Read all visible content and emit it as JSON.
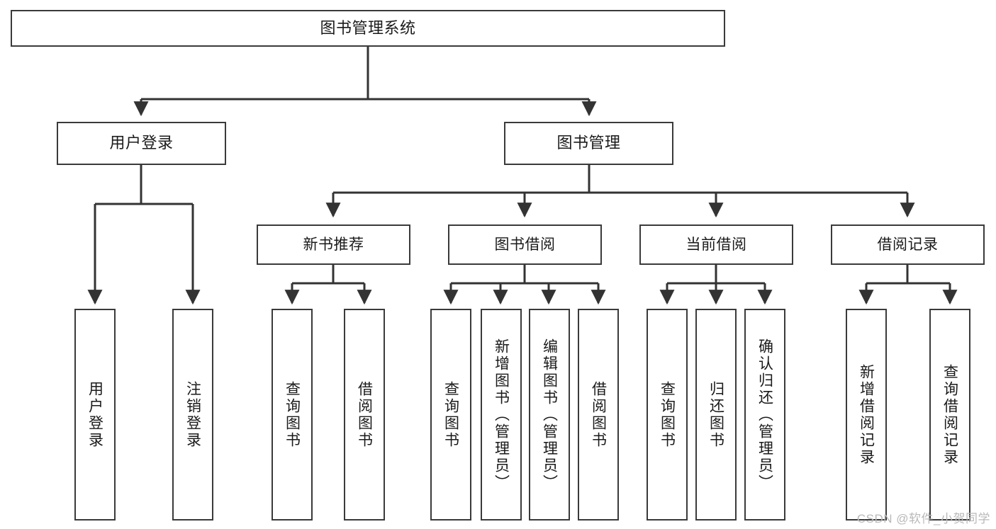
{
  "diagram": {
    "type": "tree-hierarchy",
    "title": "图书管理系统",
    "watermark": "CSDN @软件_小贺同学",
    "colors": {
      "border": "#3a3a3a",
      "background": "#ffffff",
      "text": "#1a1a1a",
      "connector": "#333333",
      "watermark": "#b9b9b9"
    },
    "nodes": {
      "root": {
        "label": "图书管理系统",
        "level": 1
      },
      "level2": [
        {
          "id": "user-login",
          "label": "用户登录"
        },
        {
          "id": "book-management",
          "label": "图书管理"
        }
      ],
      "level3": [
        {
          "id": "new-book-recommend",
          "label": "新书推荐"
        },
        {
          "id": "book-borrow",
          "label": "图书借阅"
        },
        {
          "id": "current-borrow",
          "label": "当前借阅"
        },
        {
          "id": "borrow-record",
          "label": "借阅记录"
        }
      ],
      "leaves": [
        {
          "id": "leaf-user-login",
          "label": "用户登录",
          "parent": "user-login"
        },
        {
          "id": "leaf-logout-login",
          "label": "注销登录",
          "parent": "user-login"
        },
        {
          "id": "leaf-query-book-1",
          "label": "查询图书",
          "parent": "new-book-recommend"
        },
        {
          "id": "leaf-borrow-book-1",
          "label": "借阅图书",
          "parent": "new-book-recommend"
        },
        {
          "id": "leaf-query-book-2",
          "label": "查询图书",
          "parent": "book-borrow"
        },
        {
          "id": "leaf-add-book",
          "label": "新增图书（管理员）",
          "parent": "book-borrow"
        },
        {
          "id": "leaf-edit-book",
          "label": "编辑图书（管理员）",
          "parent": "book-borrow"
        },
        {
          "id": "leaf-borrow-book-2",
          "label": "借阅图书",
          "parent": "book-borrow"
        },
        {
          "id": "leaf-query-book-3",
          "label": "查询图书",
          "parent": "current-borrow"
        },
        {
          "id": "leaf-return-book",
          "label": "归还图书",
          "parent": "current-borrow"
        },
        {
          "id": "leaf-confirm-return",
          "label": "确认归还（管理员）",
          "parent": "current-borrow"
        },
        {
          "id": "leaf-add-borrow-record",
          "label": "新增借阅记录",
          "parent": "borrow-record"
        },
        {
          "id": "leaf-query-borrow-record",
          "label": "查询借阅记录",
          "parent": "borrow-record"
        }
      ]
    }
  }
}
